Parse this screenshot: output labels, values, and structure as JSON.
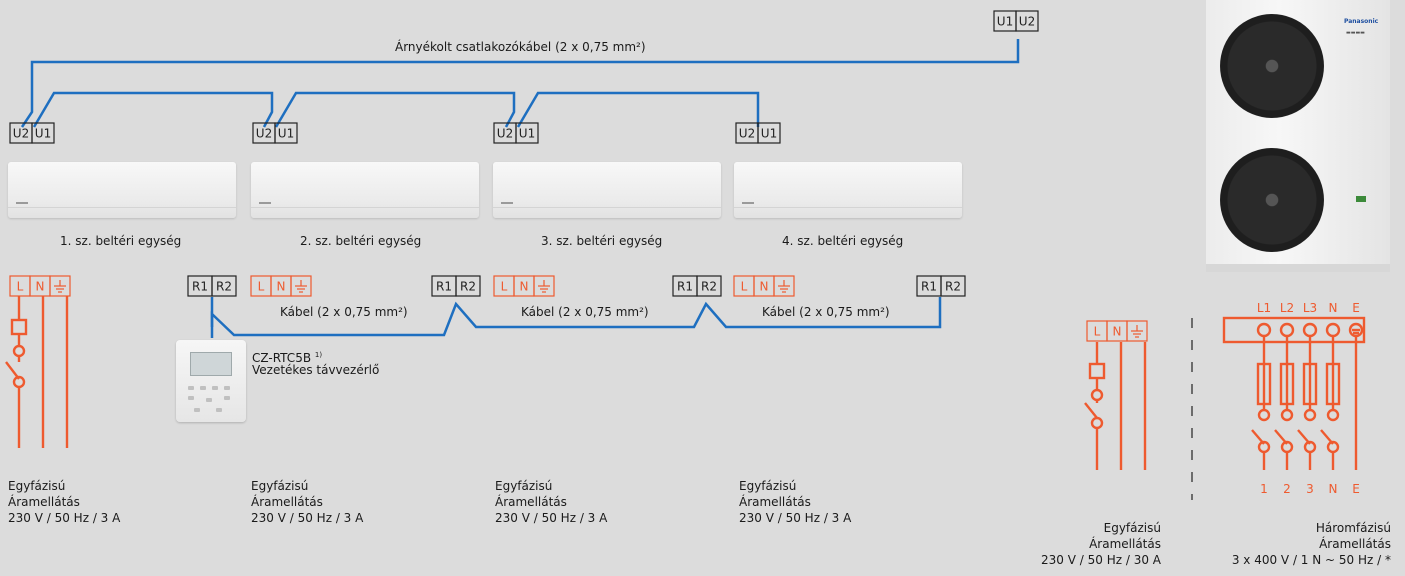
{
  "top_cable_label": "Árnyékolt csatlakozókábel (2 x 0,75 mm²)",
  "outdoor_terminal": [
    "U1",
    "U2"
  ],
  "indoor_terminal": [
    "U2",
    "U1"
  ],
  "remote_terminal": [
    "R1",
    "R2"
  ],
  "power_terminal": [
    "L",
    "N"
  ],
  "indoor_units": [
    {
      "label": "1. sz. beltéri egység"
    },
    {
      "label": "2. sz. beltéri egység"
    },
    {
      "label": "3. sz. beltéri egység"
    },
    {
      "label": "4. sz. beltéri egység"
    }
  ],
  "remote_cable_label": "Kábel (2 x 0,75 mm²)",
  "remote": {
    "model": "CZ-RTC5B",
    "footnote": "1)",
    "description": "Vezetékes távvezérlő"
  },
  "supply_caption": {
    "line1": "Egyfázisú",
    "line2": "Áramellátás",
    "line3": "230 V / 50 Hz / 3 A"
  },
  "outdoor_single_caption": {
    "line1": "Egyfázisú",
    "line2": "Áramellátás",
    "line3": "230 V / 50 Hz / 30 A"
  },
  "outdoor_three_caption": {
    "line1": "Háromfázisú",
    "line2": "Áramellátás",
    "line3": "3 x 400 V / 1 N ~ 50 Hz / *"
  },
  "three_phase_top": [
    "L1",
    "L2",
    "L3",
    "N",
    "E"
  ],
  "three_phase_bottom": [
    "1",
    "2",
    "3",
    "N",
    "E"
  ],
  "brand": "Panasonic",
  "colors": {
    "signal_wire": "#1e6fc0",
    "power_wire": "#ee5a2f",
    "terminal_text": "#222222",
    "background": "#dcdcdc"
  }
}
